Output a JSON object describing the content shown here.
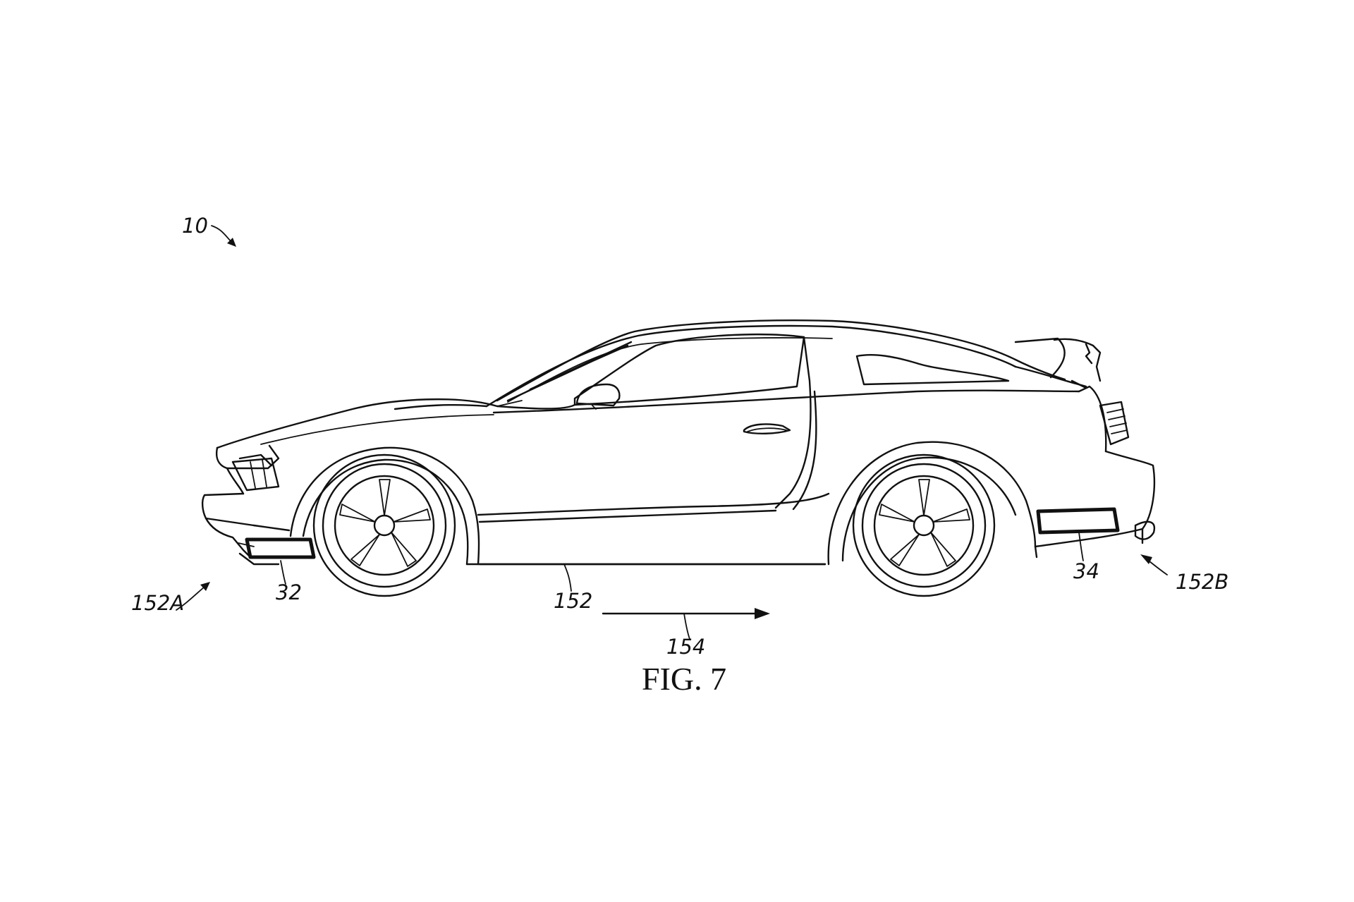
{
  "figure_caption": "FIG. 7",
  "reference_labels": {
    "vehicle": "10",
    "front_sensor": "32",
    "rear_sensor": "34",
    "ground": "152",
    "front_direction": "152A",
    "rear_direction": "152B",
    "travel_direction": "154"
  }
}
